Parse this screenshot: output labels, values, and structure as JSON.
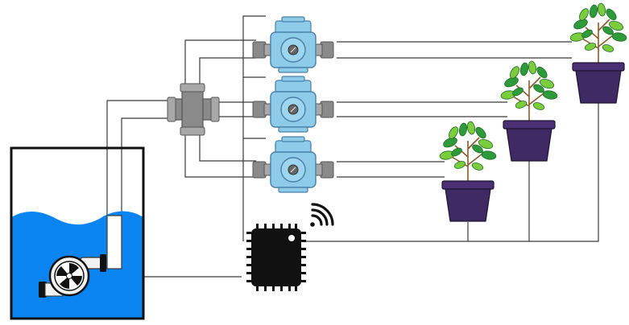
{
  "diagram": {
    "components": {
      "tank": "water-tank",
      "pump": "submersible-pump",
      "manifold": "four-way-pipe-cross",
      "valves": [
        "pump-valve-1",
        "pump-valve-2",
        "pump-valve-3"
      ],
      "controller": "microcontroller-chip",
      "wireless": "wifi-icon",
      "plants": [
        "potted-plant-1",
        "potted-plant-2",
        "potted-plant-3"
      ]
    },
    "colors": {
      "water": "#0a84f0",
      "tank_border": "#111111",
      "valve_body": "#8ecbe8",
      "valve_outline": "#4a7fa8",
      "pipe_fitting": "#8a8a8a",
      "pot": "#3f2a63",
      "pot_rim": "#4b2f73",
      "leaf": "#2e9a3a",
      "leaf_light": "#7ccd3e",
      "stem": "#8b5a2b",
      "chip": "#111111",
      "wire": "#3a3a3a"
    }
  }
}
